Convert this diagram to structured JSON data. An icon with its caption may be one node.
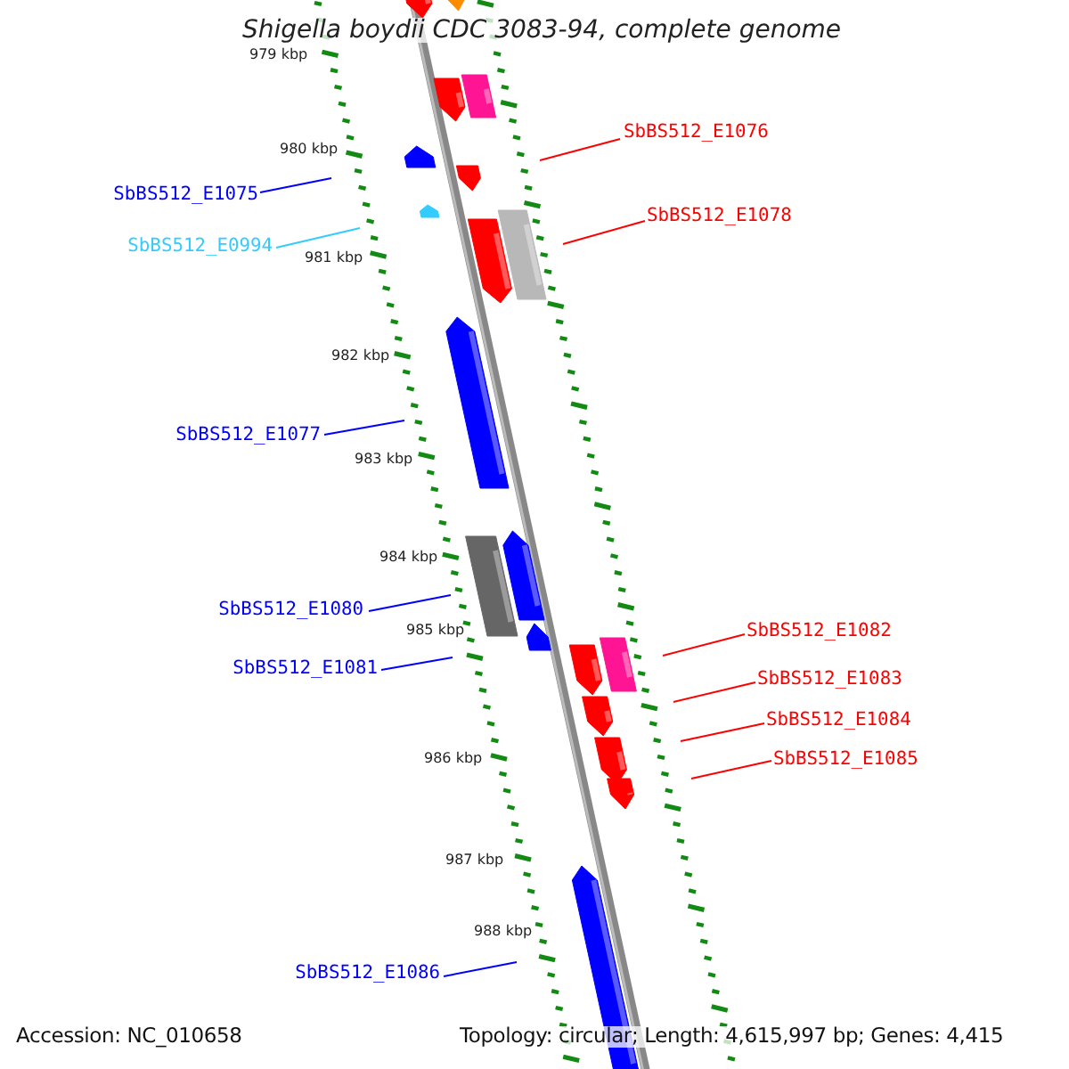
{
  "diagram": {
    "title": "Shigella boydii CDC 3083-94, complete genome",
    "nodes": [
      {
        "text": [
          "SbBS512_E1076"
        ]
      },
      {
        "text": [
          "SbBS512_E1075"
        ]
      },
      {
        "text": [
          "SbBS512_E0994"
        ]
      },
      {
        "text": [
          "SbBS512_E1078"
        ]
      },
      {
        "text": [
          "SbBS512_E1077"
        ]
      },
      {
        "text": [
          "SbBS512_E1080"
        ]
      },
      {
        "text": [
          "SbBS512_E1081"
        ]
      },
      {
        "text": [
          "SbBS512_E1082"
        ]
      },
      {
        "text": [
          "SbBS512_E1083"
        ]
      },
      {
        "text": [
          "SbBS512_E1084"
        ]
      },
      {
        "text": [
          "SbBS512_E1085"
        ]
      },
      {
        "text": [
          "SbBS512_E1086"
        ]
      }
    ],
    "edges": [
      {
        "from": 0,
        "to": null,
        "arrow": "none",
        "color": "#ff0000"
      },
      {
        "from": 1,
        "to": null,
        "arrow": "none",
        "color": "#0000ff"
      },
      {
        "from": 2,
        "to": null,
        "arrow": "none",
        "color": "#33ccff"
      },
      {
        "from": 3,
        "to": null,
        "arrow": "none",
        "color": "#ff0000"
      },
      {
        "from": 4,
        "to": null,
        "arrow": "none",
        "color": "#0000ff"
      },
      {
        "from": 5,
        "to": null,
        "arrow": "none",
        "color": "#0000ff"
      },
      {
        "from": 6,
        "to": null,
        "arrow": "none",
        "color": "#0000ff"
      },
      {
        "from": 7,
        "to": null,
        "arrow": "none",
        "color": "#ff0000"
      },
      {
        "from": 8,
        "to": null,
        "arrow": "none",
        "color": "#ff0000"
      },
      {
        "from": 9,
        "to": null,
        "arrow": "none",
        "color": "#ff0000"
      },
      {
        "from": 10,
        "to": null,
        "arrow": "none",
        "color": "#ff0000"
      },
      {
        "from": 11,
        "to": null,
        "arrow": "none",
        "color": "#0000ff"
      }
    ],
    "labels": [
      "979 kbp",
      "980 kbp",
      "981 kbp",
      "982 kbp",
      "983 kbp",
      "984 kbp",
      "985 kbp",
      "986 kbp",
      "987 kbp",
      "988 kbp",
      "Accession: NC_010658",
      "Topology: circular; Length: 4,615,997 bp; Genes: 4,415"
    ]
  }
}
